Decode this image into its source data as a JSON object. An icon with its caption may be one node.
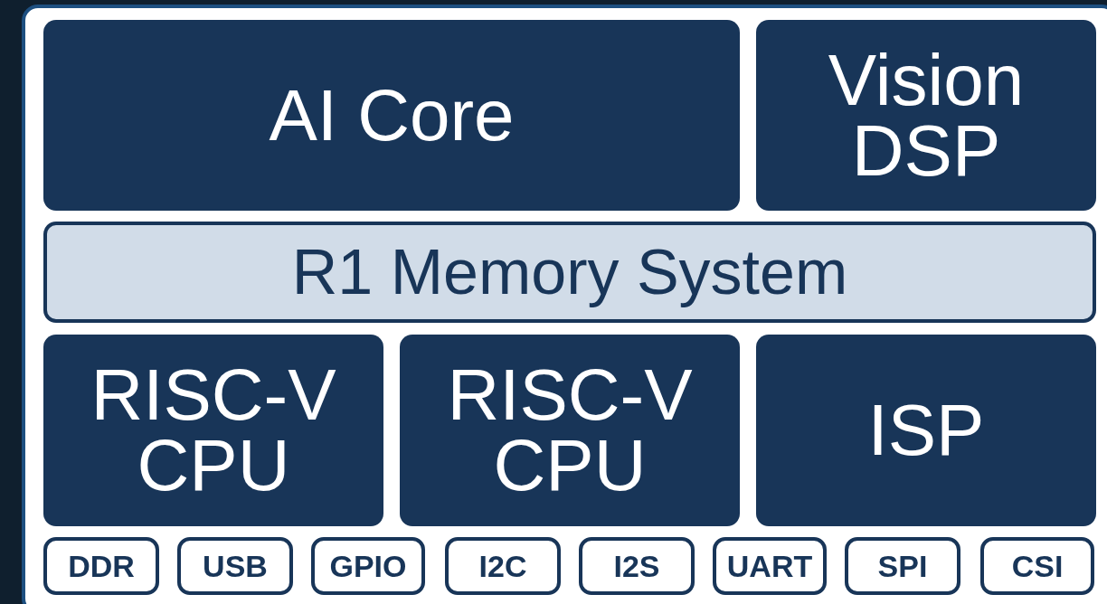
{
  "diagram": {
    "nodes": [
      {
        "text": [
          "AI Core"
        ]
      },
      {
        "text": [
          "Vision DSP"
        ]
      },
      {
        "text": [
          "R1 Memory System"
        ]
      },
      {
        "text": [
          "RISC-V CPU"
        ]
      },
      {
        "text": [
          "RISC-V CPU"
        ]
      },
      {
        "text": [
          "ISP"
        ]
      },
      {
        "text": [
          "DDR"
        ]
      },
      {
        "text": [
          "USB"
        ]
      },
      {
        "text": [
          "GPIO"
        ]
      },
      {
        "text": [
          "I2C"
        ]
      },
      {
        "text": [
          "I2S"
        ]
      },
      {
        "text": [
          "UART"
        ]
      },
      {
        "text": [
          "SPI"
        ]
      },
      {
        "text": [
          "CSI"
        ]
      }
    ]
  }
}
